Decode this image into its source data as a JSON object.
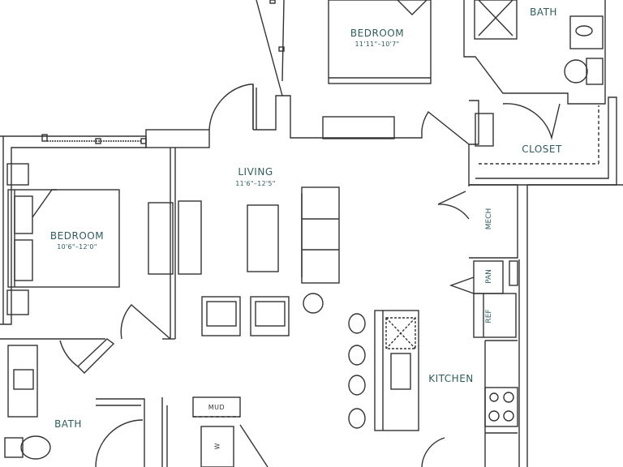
{
  "rooms": {
    "bedroom_top": {
      "name": "BEDROOM",
      "dims": "11'11\"–10'7\""
    },
    "bath_top": {
      "name": "BATH"
    },
    "closet": {
      "name": "CLOSET"
    },
    "living": {
      "name": "LIVING",
      "dims": "11'6\"–12'5\""
    },
    "bedroom_left": {
      "name": "BEDROOM",
      "dims": "10'6\"–12'0\""
    },
    "mech": {
      "name": "MECH"
    },
    "pan": {
      "name": "PAN"
    },
    "ref": {
      "name": "REF"
    },
    "kitchen": {
      "name": "KITCHEN"
    },
    "bath_bottom": {
      "name": "BATH"
    },
    "mud": {
      "name": "MUD"
    },
    "washer": {
      "name": "W"
    }
  },
  "colors": {
    "wall": "#333333",
    "label": "#2f5d5c",
    "fill": "#ffffff"
  }
}
